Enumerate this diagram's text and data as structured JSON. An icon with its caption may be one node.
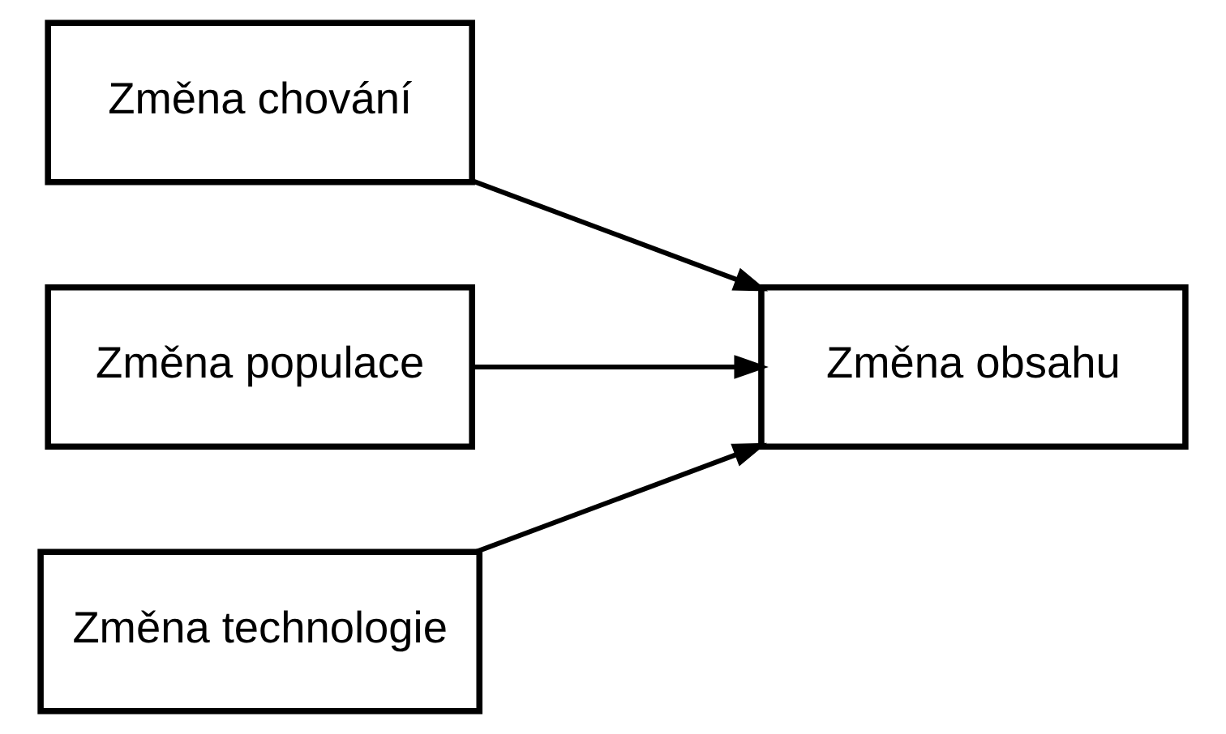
{
  "diagram": {
    "nodes": [
      {
        "text": [
          "Změna chování"
        ]
      },
      {
        "text": [
          "Změna populace"
        ]
      },
      {
        "text": [
          "Změna technologie"
        ]
      },
      {
        "text": [
          "Změna obsahu"
        ]
      }
    ],
    "edges": [
      {
        "from": 0,
        "to": 3,
        "arrow": "to"
      },
      {
        "from": 1,
        "to": 3,
        "arrow": "to"
      },
      {
        "from": 2,
        "to": 3,
        "arrow": "to"
      }
    ]
  }
}
